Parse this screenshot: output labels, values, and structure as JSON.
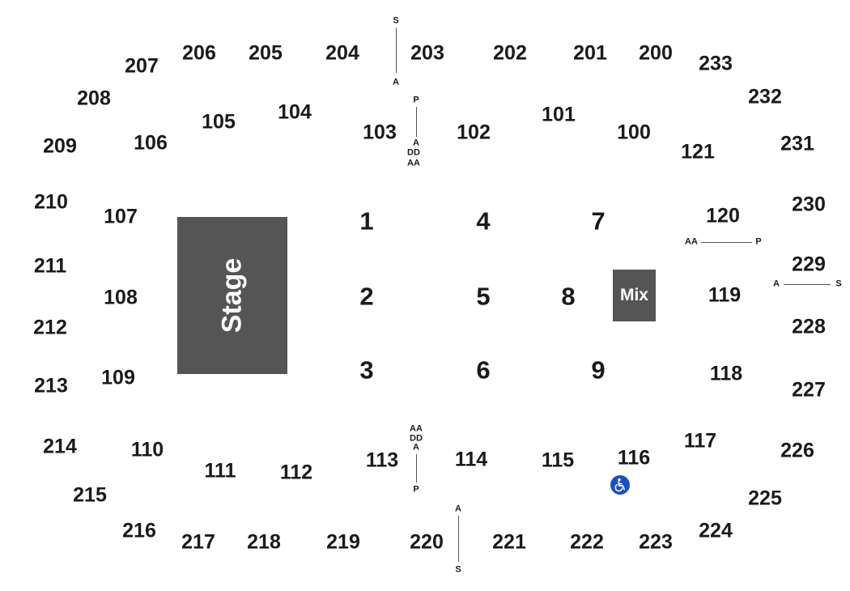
{
  "stage": {
    "label": "Stage"
  },
  "mix": {
    "label": "Mix"
  },
  "accessible_icon": "wheelchair-icon",
  "colors": {
    "block": "#555555",
    "accessible": "#1d4fc4",
    "text": "#1a1a1a"
  },
  "floor_sections": [
    "1",
    "2",
    "3",
    "4",
    "5",
    "6",
    "7",
    "8",
    "9"
  ],
  "sections_100": [
    "100",
    "101",
    "102",
    "103",
    "104",
    "105",
    "106",
    "107",
    "108",
    "109",
    "110",
    "111",
    "112",
    "113",
    "114",
    "115",
    "116",
    "117",
    "118",
    "119",
    "120",
    "121"
  ],
  "sections_200": [
    "200",
    "201",
    "202",
    "203",
    "204",
    "205",
    "206",
    "207",
    "208",
    "209",
    "210",
    "211",
    "212",
    "213",
    "214",
    "215",
    "216",
    "217",
    "218",
    "219",
    "220",
    "221",
    "222",
    "223",
    "224",
    "225",
    "226",
    "227",
    "228",
    "229",
    "230",
    "231",
    "232",
    "233"
  ],
  "row_markers": {
    "top_upper": {
      "start": "S",
      "end": "A"
    },
    "top_lower": {
      "start": "P",
      "end_1": "A",
      "end_2": "DD",
      "end_3": "AA"
    },
    "bottom_lower": {
      "start_1": "AA",
      "start_2": "DD",
      "start_3": "A",
      "end": "P"
    },
    "bottom_upper": {
      "start": "A",
      "end": "S"
    },
    "right_lower": {
      "start": "AA",
      "end": "P"
    },
    "right_upper": {
      "start": "A",
      "end": "S"
    }
  }
}
